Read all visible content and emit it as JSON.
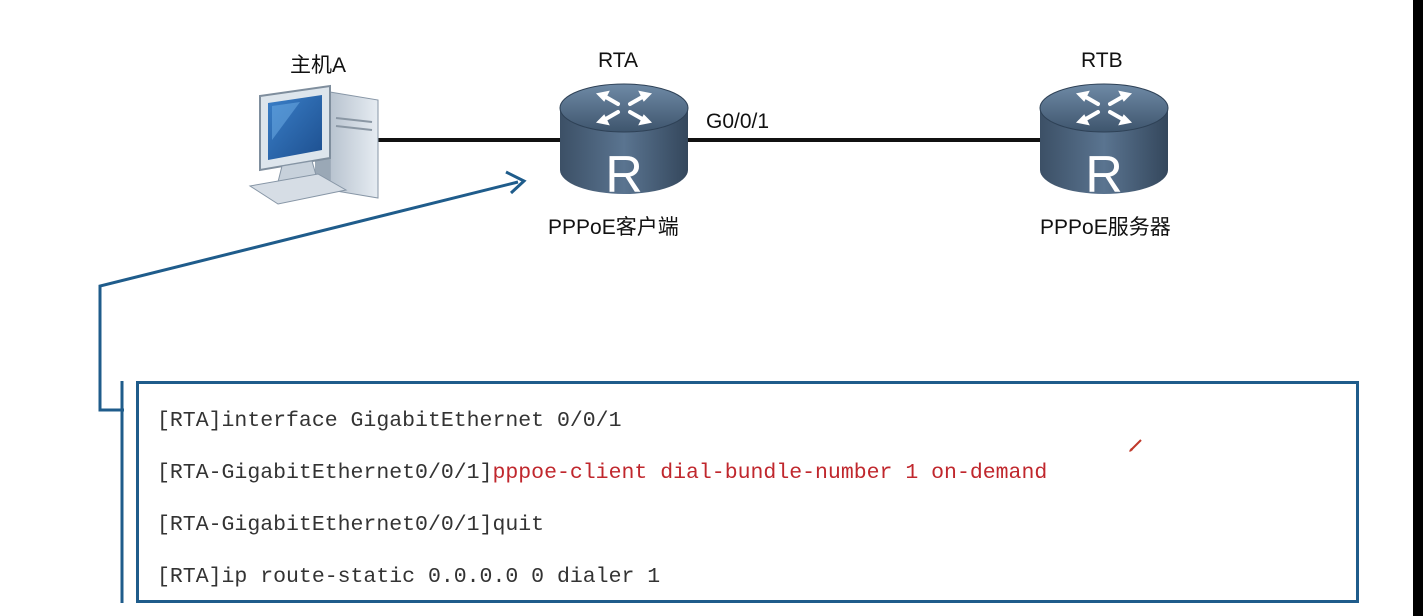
{
  "nodes": {
    "host": {
      "label": "主机A"
    },
    "rta": {
      "name": "RTA",
      "role": "PPPoE客户端",
      "glyph": "R"
    },
    "rtb": {
      "name": "RTB",
      "role": "PPPoE服务器",
      "glyph": "R"
    }
  },
  "links": {
    "rta_rtb_interface": "G0/0/1"
  },
  "code": {
    "line1": {
      "prompt": "[RTA]interface GigabitEthernet 0/0/1",
      "cmd": ""
    },
    "line2": {
      "prompt": "[RTA-GigabitEthernet0/0/1]",
      "cmd": "pppoe-client dial-bundle-number 1 on-demand"
    },
    "line3": {
      "prompt": "[RTA-GigabitEthernet0/0/1]quit",
      "cmd": ""
    },
    "line4": {
      "prompt": "[RTA]ip route-static 0.0.0.0 0 dialer 1",
      "cmd": ""
    }
  },
  "colors": {
    "callout": "#1f5c8b",
    "command": "#c0272d",
    "router": "#4a5f78",
    "highlight": "#f6e878"
  },
  "icons": {
    "host": "computer-icon",
    "router": "router-icon",
    "cursor": "pen-cursor-icon"
  }
}
